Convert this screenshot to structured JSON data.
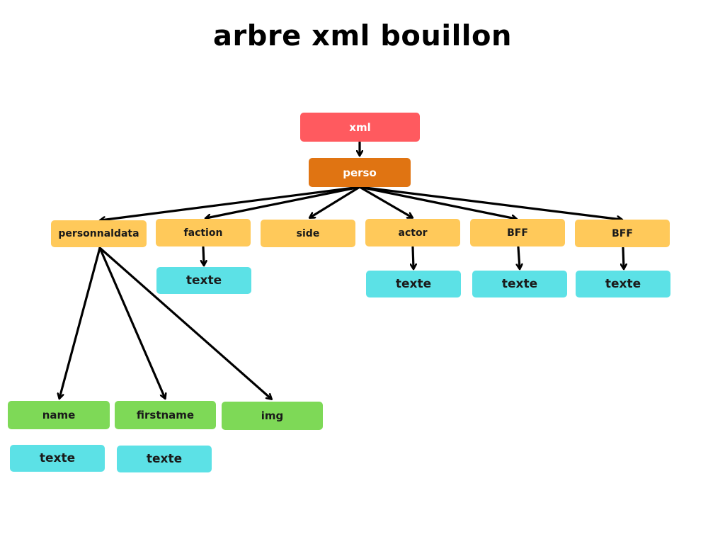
{
  "title": "arbre xml bouillon",
  "nodes": {
    "xml": "xml",
    "perso": "perso",
    "personnaldata": "personnaldata",
    "faction": "faction",
    "side": "side",
    "actor": "actor",
    "bff1": "BFF",
    "bff2": "BFF",
    "name": "name",
    "firstname": "firstname",
    "img": "img",
    "texte_faction": "texte",
    "texte_actor": "texte",
    "texte_bff1": "texte",
    "texte_bff2": "texte",
    "texte_name": "texte",
    "texte_firstname": "texte"
  },
  "colors": {
    "root": "#ff5a5f",
    "element": "#e07412",
    "child": "#ffc95a",
    "leaf": "#7ed957",
    "text": "#5ce1e6",
    "arrow": "#000000"
  }
}
